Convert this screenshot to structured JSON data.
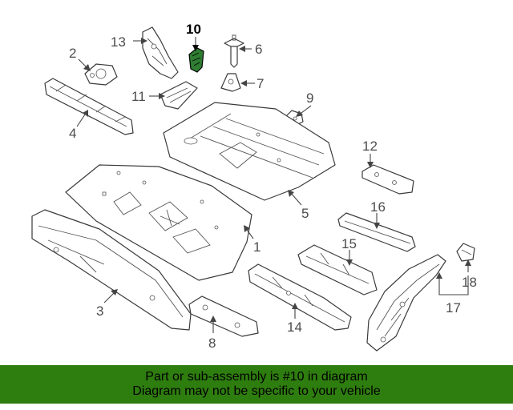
{
  "diagram": {
    "highlight_color": "#2e7d32",
    "highlighted_callout": "10",
    "callouts": [
      "1",
      "2",
      "3",
      "4",
      "5",
      "6",
      "7",
      "8",
      "9",
      "10",
      "11",
      "12",
      "13",
      "14",
      "15",
      "16",
      "17",
      "18"
    ]
  },
  "banner": {
    "background": "#2e7d0f",
    "line1": "Part or sub-assembly is #10 in diagram",
    "line2": "Diagram may not be specific to your vehicle"
  }
}
